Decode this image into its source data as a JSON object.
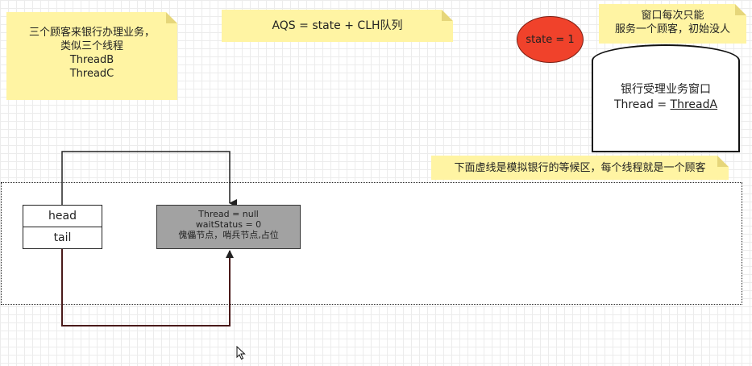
{
  "notes": {
    "customers": [
      "三个顾客来银行办理业务，",
      "类似三个线程",
      "ThreadB",
      "ThreadC"
    ],
    "aqs": "AQS = state + CLH队列",
    "window": [
      "窗口每次只能",
      "服务一个顾客，初始没人"
    ],
    "queue": "下面虚线是模拟银行的等候区，每个线程就是一个顾客"
  },
  "state_label": "state = 1",
  "bank_window": {
    "title": "银行受理业务窗口",
    "thread_prefix": "Thread = ",
    "thread_owner": "ThreadA"
  },
  "queue": {
    "head_label": "head",
    "tail_label": "tail",
    "dummy_node": [
      "Thread = null",
      "waitStatus = 0",
      "傀儡节点，哨兵节点,占位"
    ]
  },
  "colors": {
    "note_bg": "#fff4a3",
    "state_fill": "#f0422b",
    "dummy_fill": "#a2a2a2",
    "tail_arrow": "#4a1a1a"
  },
  "icons": {
    "cursor": "mouse-pointer-icon"
  }
}
